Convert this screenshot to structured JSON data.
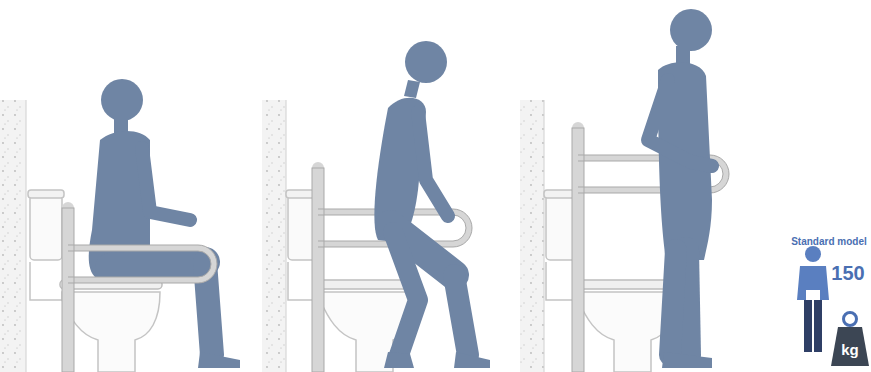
{
  "diagram": {
    "labels": [
      "Standard model",
      "150",
      "kg"
    ]
  }
}
